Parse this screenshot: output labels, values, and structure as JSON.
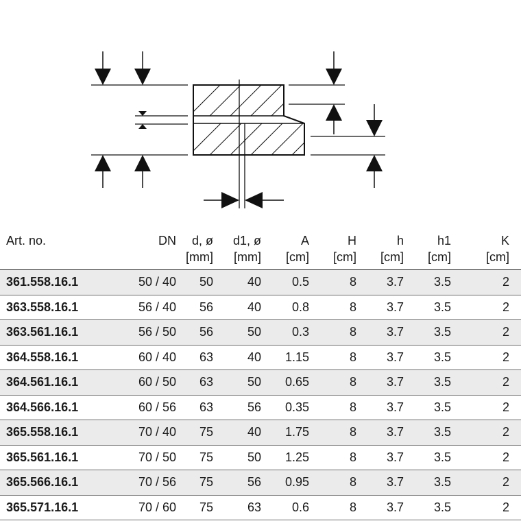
{
  "table": {
    "headers": [
      {
        "line1": "Art. no.",
        "line2": ""
      },
      {
        "line1": "DN",
        "line2": ""
      },
      {
        "line1": "d, ø",
        "line2": "[mm]"
      },
      {
        "line1": "d1, ø",
        "line2": "[mm]"
      },
      {
        "line1": "A",
        "line2": "[cm]"
      },
      {
        "line1": "H",
        "line2": "[cm]"
      },
      {
        "line1": "h",
        "line2": "[cm]"
      },
      {
        "line1": "h1",
        "line2": "[cm]"
      },
      {
        "line1": "K",
        "line2": "[cm]"
      }
    ],
    "rows": [
      [
        "361.558.16.1",
        "50 / 40",
        "50",
        "40",
        "0.5",
        "8",
        "3.7",
        "3.5",
        "2"
      ],
      [
        "363.558.16.1",
        "56 / 40",
        "56",
        "40",
        "0.8",
        "8",
        "3.7",
        "3.5",
        "2"
      ],
      [
        "363.561.16.1",
        "56 / 50",
        "56",
        "50",
        "0.3",
        "8",
        "3.7",
        "3.5",
        "2"
      ],
      [
        "364.558.16.1",
        "60 / 40",
        "63",
        "40",
        "1.15",
        "8",
        "3.7",
        "3.5",
        "2"
      ],
      [
        "364.561.16.1",
        "60 / 50",
        "63",
        "50",
        "0.65",
        "8",
        "3.7",
        "3.5",
        "2"
      ],
      [
        "364.566.16.1",
        "60 / 56",
        "63",
        "56",
        "0.35",
        "8",
        "3.7",
        "3.5",
        "2"
      ],
      [
        "365.558.16.1",
        "70 / 40",
        "75",
        "40",
        "1.75",
        "8",
        "3.7",
        "3.5",
        "2"
      ],
      [
        "365.561.16.1",
        "70 / 50",
        "75",
        "50",
        "1.25",
        "8",
        "3.7",
        "3.5",
        "2"
      ],
      [
        "365.566.16.1",
        "70 / 56",
        "75",
        "56",
        "0.95",
        "8",
        "3.7",
        "3.5",
        "2"
      ],
      [
        "365.571.16.1",
        "70 / 60",
        "75",
        "63",
        "0.6",
        "8",
        "3.7",
        "3.5",
        "2"
      ]
    ]
  }
}
